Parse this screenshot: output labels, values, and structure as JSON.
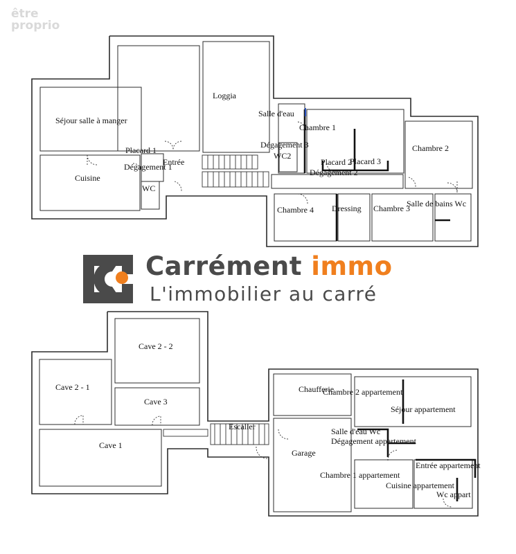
{
  "watermark": {
    "line1": "être",
    "line2": "proprio"
  },
  "brand": {
    "name_part1": "Carrément ",
    "name_part2": "immo",
    "tagline": "L'immobilier au carré",
    "logo_color": "#4a4a4a",
    "accent_color": "#f07f1e"
  },
  "upper_floor": {
    "rooms": [
      "Séjour salle à manger",
      "Loggia",
      "Salle d'eau",
      "Chambre 1",
      "Chambre 2",
      "Dégagement 3",
      "WC2",
      "Placard 1",
      "Entrée",
      "Dégagement 1",
      "Placard 2",
      "Placard 3",
      "Dégagement 2",
      "Cuisine",
      "WC",
      "Chambre 4",
      "Dressing",
      "Chambre 3",
      "Salle de bains Wc"
    ]
  },
  "lower_floor": {
    "rooms": [
      "Cave 2 - 2",
      "Cave 2   - 1",
      "Cave 3",
      "Cave 1",
      "Escalier",
      "Chaufferie",
      "Chambre 2 appartement",
      "Séjour appartement",
      "Salle d'eau Wc",
      "Dégagement appartement",
      "Garage",
      "Chambre 1 appartement",
      "Entrée appartement",
      "Cuisine appartement",
      "Wc appart"
    ]
  }
}
